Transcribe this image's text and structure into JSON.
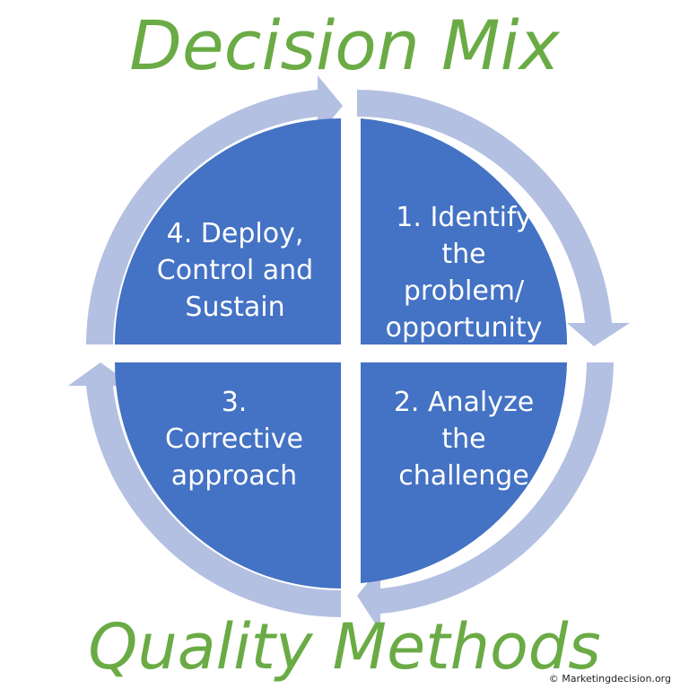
{
  "title": "Decision Mix",
  "subtitle": "Quality Methods",
  "quadrants": [
    {
      "id": "identify",
      "lines": [
        "1. Identify",
        "the",
        "problem/",
        "opportunity"
      ]
    },
    {
      "id": "analyze",
      "lines": [
        "2. Analyze",
        "the",
        "challenge"
      ]
    },
    {
      "id": "corrective",
      "lines": [
        "3.",
        "Corrective",
        "approach"
      ]
    },
    {
      "id": "deploy",
      "lines": [
        "4. Deploy,",
        "Control and",
        "Sustain"
      ]
    }
  ],
  "copyright": "© Marketingdecision.org",
  "colors": {
    "title": "#6aab45",
    "quadrant_fill": "#4472c4",
    "arrow_ring": "#b4c0e2",
    "quadrant_text": "#ffffff"
  }
}
